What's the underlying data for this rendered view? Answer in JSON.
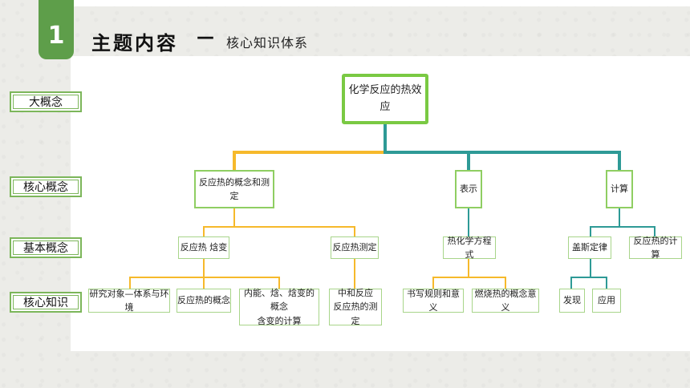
{
  "header": {
    "number": "1",
    "title": "主题内容",
    "dash": "—",
    "subtitle": "核心知识体系"
  },
  "row_labels": [
    "大概念",
    "核心概念",
    "基本概念",
    "核心知识"
  ],
  "tree": {
    "root": "化学反应的热效应",
    "concepts": [
      "反应热的概念和测定",
      "表示",
      "计算"
    ],
    "basics": [
      "反应热  焓变",
      "反应热测定",
      "热化学方程式",
      "盖斯定律",
      "反应热的计算"
    ],
    "knowledge": {
      "k1": "研究对象—体系与环境",
      "k2": "反应热的概念",
      "k3a": "内能、焓、焓变的概念",
      "k3b": "含变的计算",
      "k4a": "中和反应",
      "k4b": "反应热的测定",
      "k5": "书写规则和意义",
      "k6": "燃烧热的概念意义",
      "k7": "发现",
      "k8": "应用"
    }
  },
  "colors": {
    "yellow": "#f6b92b",
    "teal": "#2e9a96",
    "green": "#7ac943",
    "accent_green": "#5e9e4a"
  }
}
